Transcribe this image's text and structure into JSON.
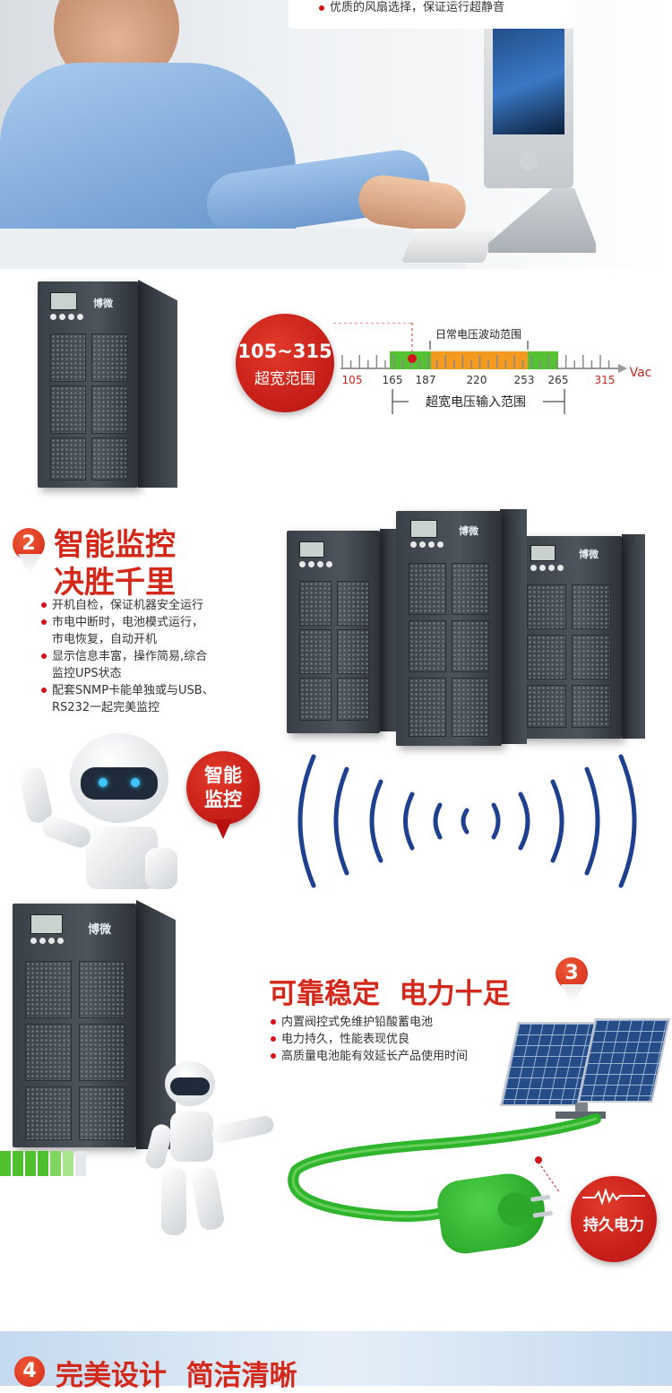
{
  "hero": {
    "feature_text": "优质的风扇选择，保证运行超静音"
  },
  "ups_brand": "博微",
  "voltage": {
    "circle_line1": "105~315",
    "circle_line2": "超宽范围",
    "normal_range_label": "日常电压波动范围",
    "input_range_label": "超宽电压输入范围",
    "unit": "Vac",
    "ticks": [
      "105",
      "165",
      "187",
      "220",
      "253",
      "265",
      "315"
    ]
  },
  "section2": {
    "number": "2",
    "title_line1": "智能监控",
    "title_line2": "决胜千里",
    "bullets": [
      "开机自检，保证机器安全运行",
      "市电中断时，电池模式运行，",
      "市电恢复，自动开机",
      "显示信息丰富，操作简易,综合",
      "监控UPS状态",
      "配套SNMP卡能单独或与USB、",
      "RS232一起完美监控"
    ],
    "pin_line1": "智能",
    "pin_line2": "监控"
  },
  "section3": {
    "number": "3",
    "title": "可靠稳定  电力十足",
    "bullets": [
      "内置阀控式免维护铅酸蓄电池",
      "电力持久，性能表现优良",
      "高质量电池能有效延长产品使用时间"
    ],
    "power_label": "持久电力"
  },
  "section4": {
    "number": "4",
    "title": "完美设计  简洁清晰"
  },
  "colors": {
    "accent_red": "#d4281a",
    "wave_blue": "#1f3f8f",
    "cable_green": "#2fb52c"
  }
}
